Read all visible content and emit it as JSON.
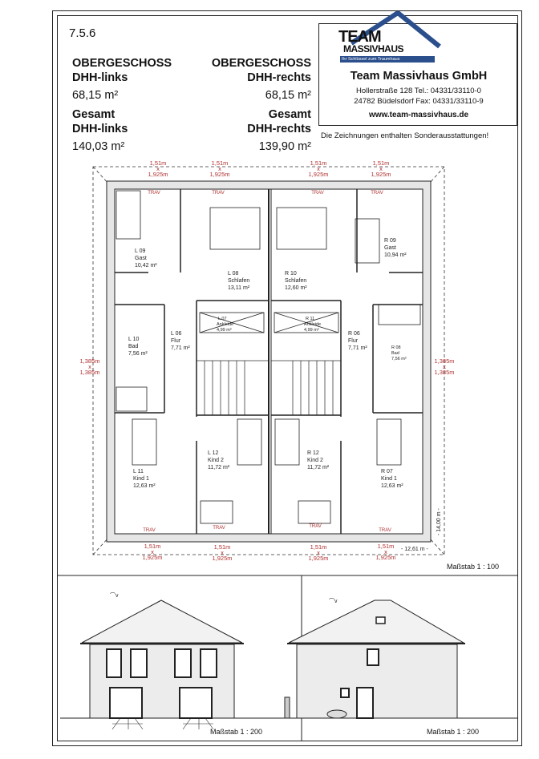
{
  "sheet_number": "7.5.6",
  "left": {
    "floor": "OBERGESCHOSS",
    "unit": "DHH-links",
    "floor_area": "68,15 m²",
    "total_label": "Gesamt",
    "total_unit": "DHH-links",
    "total_area": "140,03 m²"
  },
  "right": {
    "floor": "OBERGESCHOSS",
    "unit": "DHH-rechts",
    "floor_area": "68,15 m²",
    "total_label": "Gesamt",
    "total_unit": "DHH-rechts",
    "total_area": "139,90 m²"
  },
  "company": {
    "logo_line1": "TEAM",
    "logo_line2": "MASSIVHAUS",
    "slogan": "Ihr Schlüssel zum Traumhaus",
    "name": "Team Massivhaus GmbH",
    "address1": "Hollerstraße 128   Tel.: 04331/33110-0",
    "address2": "24782 Büdelsdorf  Fax: 04331/33110-9",
    "website": "www.team-massivhaus.de",
    "brand_color": "#2b4f8c"
  },
  "note": "Die Zeichnungen enthalten Sonderausstattungen!",
  "plan": {
    "rooms": [
      {
        "id": "L 09",
        "name": "Gast",
        "area": "10,42 m²"
      },
      {
        "id": "L 08",
        "name": "Schlafen",
        "area": "13,11 m²"
      },
      {
        "id": "R 10",
        "name": "Schlafen",
        "area": "12,60 m²"
      },
      {
        "id": "R 09",
        "name": "Gast",
        "area": "10,94 m²"
      },
      {
        "id": "L 07",
        "name": "Ankleide",
        "area": "4,99 m²"
      },
      {
        "id": "R 11",
        "name": "Ankleide",
        "area": "4,99 m²"
      },
      {
        "id": "L 10",
        "name": "Bad",
        "area": "7,56 m²"
      },
      {
        "id": "L 06",
        "name": "Flur",
        "area": "7,71 m²"
      },
      {
        "id": "R 06",
        "name": "Flur",
        "area": "7,71 m²"
      },
      {
        "id": "R 08",
        "name": "Bad",
        "area": "7,56 m²"
      },
      {
        "id": "L 12",
        "name": "Kind 2",
        "area": "11,72 m²"
      },
      {
        "id": "R 12",
        "name": "Kind 2",
        "area": "11,72 m²"
      },
      {
        "id": "L 11",
        "name": "Kind 1",
        "area": "12,63 m²"
      },
      {
        "id": "R 07",
        "name": "Kind 1",
        "area": "12,63 m²"
      }
    ],
    "window_dim_top": "1,51m",
    "window_dim_x": "x",
    "window_dim_bottom": "1,925m",
    "side_window_dim": "1,385m",
    "window_label": "TRAV",
    "depth": "- 14,00 m -",
    "width": "- 12,61 m -",
    "scale": "Maßstab   1 : 100"
  },
  "elevations": {
    "scale_front": "Maßstab   1 : 200",
    "scale_side": "Maßstab   1 : 200"
  }
}
